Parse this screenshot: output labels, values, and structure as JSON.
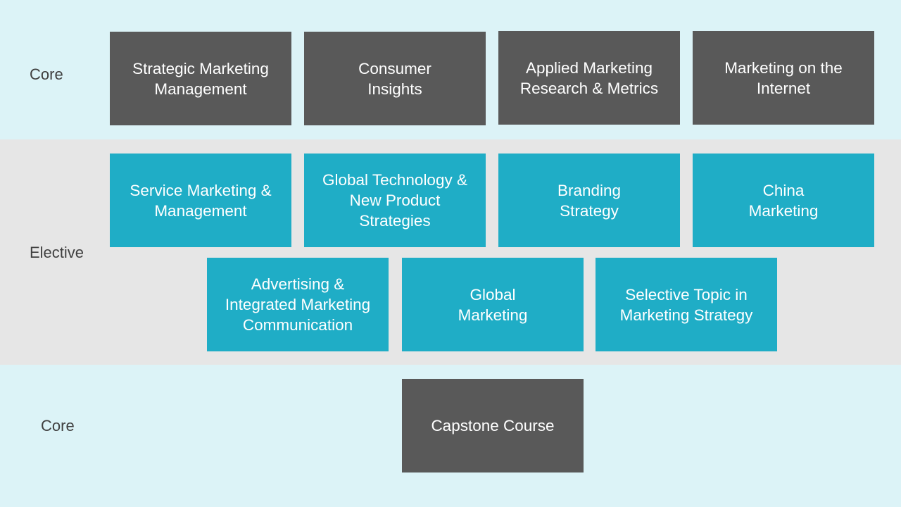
{
  "rows": {
    "top_label": "Core",
    "middle_label": "Elective",
    "bottom_label": "Core"
  },
  "core_courses": [
    "Strategic Marketing\nManagement",
    "Consumer\nInsights",
    "Applied Marketing\nResearch & Metrics",
    "Marketing on the\nInternet"
  ],
  "elective_courses": [
    "Service Marketing &\nManagement",
    "Global Technology &\nNew Product\nStrategies",
    "Branding\nStrategy",
    "China\nMarketing",
    "Advertising &\nIntegrated Marketing\nCommunication",
    "Global\nMarketing",
    "Selective Topic in\nMarketing Strategy"
  ],
  "capstone": "Capstone Course",
  "colors": {
    "core_box": "#595959",
    "elective_box": "#1fadc6",
    "core_band": "#dcf3f7",
    "elective_band": "#e6e6e6"
  }
}
